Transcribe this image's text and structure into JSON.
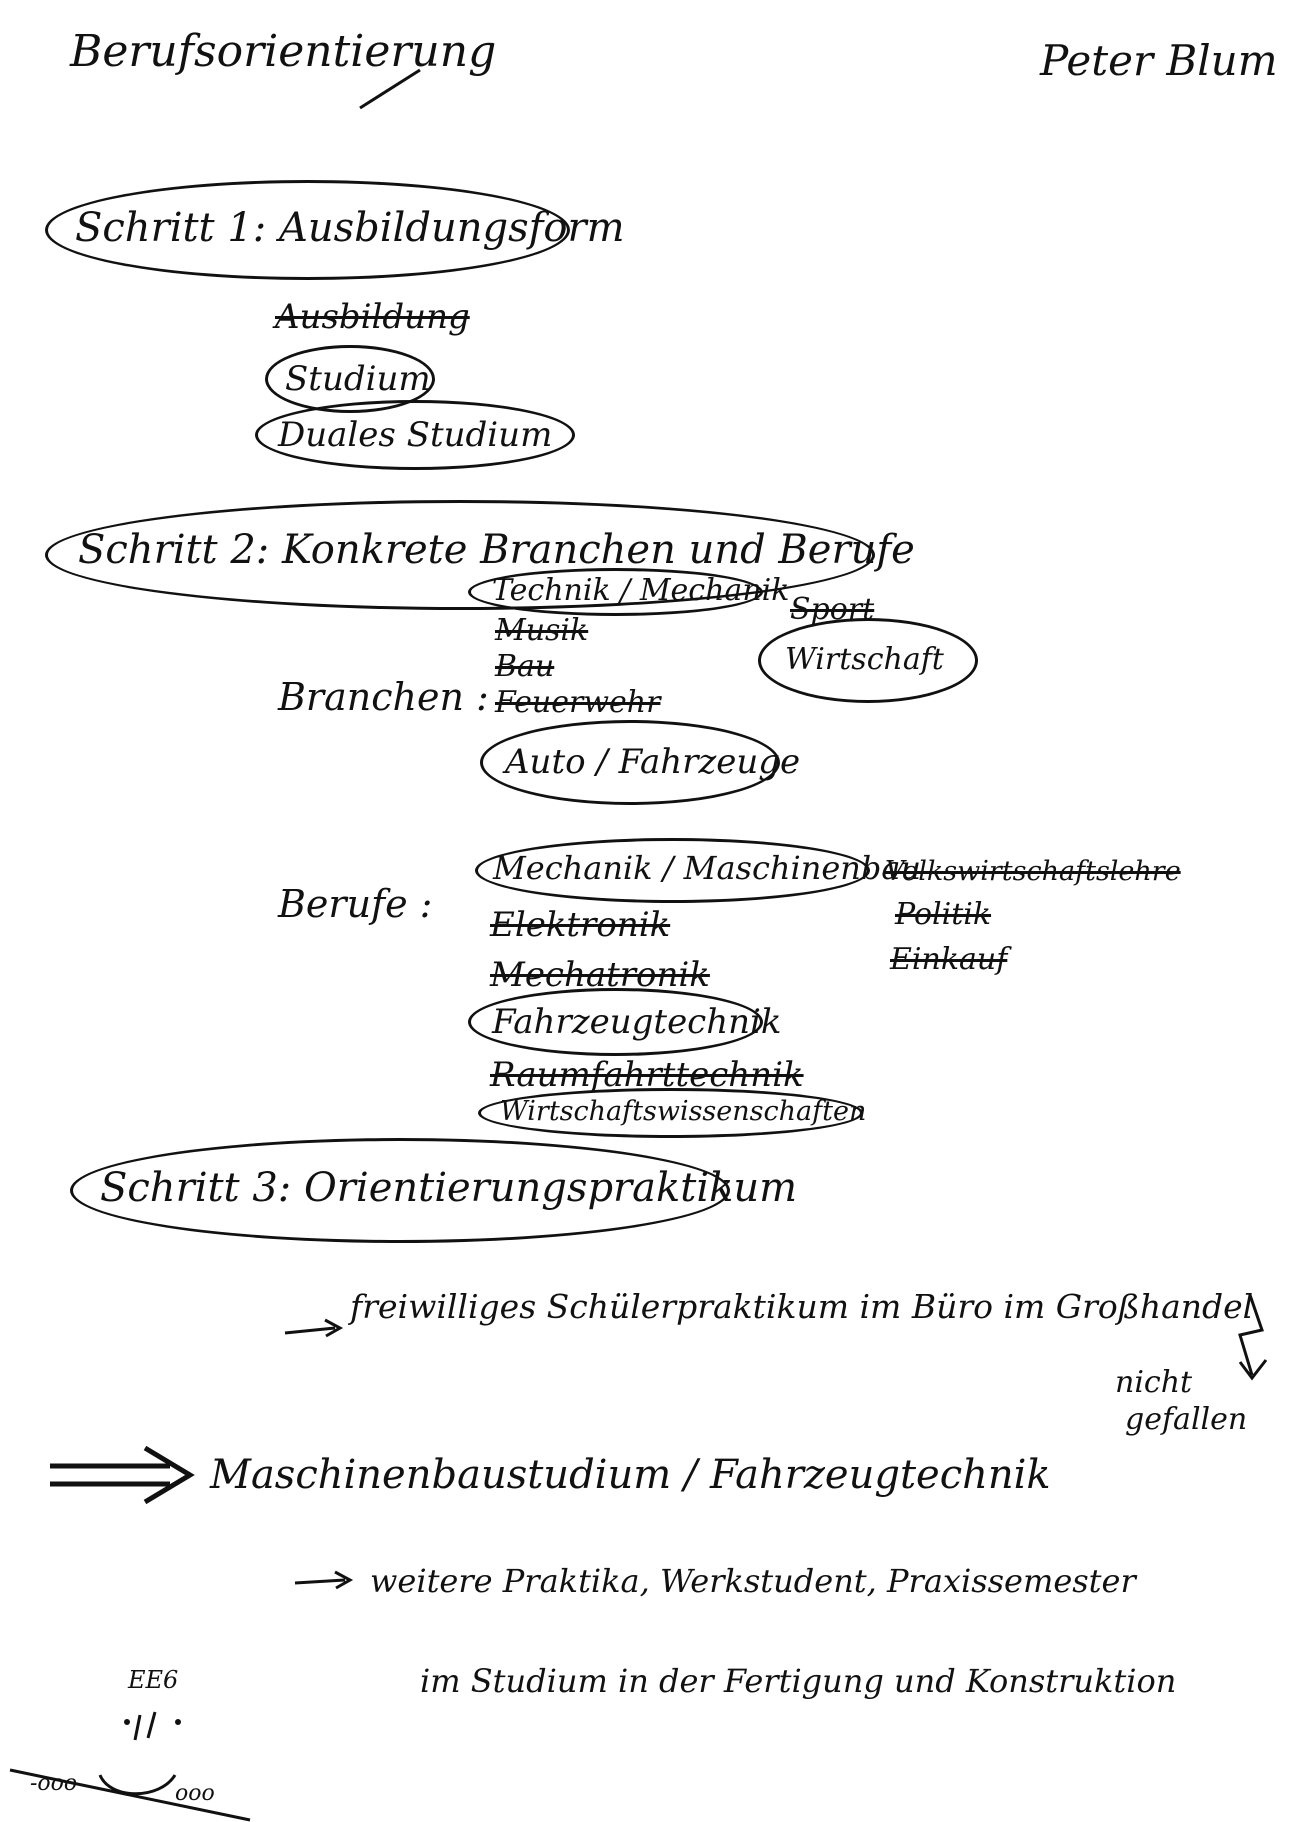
{
  "header": {
    "title": "Berufsorientierung",
    "author": "Peter Blum"
  },
  "step1": {
    "label": "Schritt 1: Ausbildungsform",
    "options": [
      {
        "text": "Ausbildung",
        "status": "crossed"
      },
      {
        "text": "Studium",
        "status": "circled"
      },
      {
        "text": "Duales Studium",
        "status": "circled"
      }
    ]
  },
  "step2": {
    "label": "Schritt 2: Konkrete Branchen und Berufe",
    "branchen_label": "Branchen :",
    "branchen": [
      {
        "text": "Technik / Mechanik",
        "status": "circled"
      },
      {
        "text": "Musik",
        "status": "crossed"
      },
      {
        "text": "Bau",
        "status": "crossed"
      },
      {
        "text": "Feuerwehr",
        "status": "crossed"
      },
      {
        "text": "Auto / Fahrzeuge",
        "status": "circled"
      },
      {
        "text": "Sport",
        "status": "crossed"
      },
      {
        "text": "Wirtschaft",
        "status": "circled"
      }
    ],
    "berufe_label": "Berufe :",
    "berufe": [
      {
        "text": "Mechanik / Maschinenbau",
        "status": "circled"
      },
      {
        "text": "Elektronik",
        "status": "crossed"
      },
      {
        "text": "Mechatronik",
        "status": "crossed"
      },
      {
        "text": "Fahrzeugtechnik",
        "status": "circled"
      },
      {
        "text": "Raumfahrttechnik",
        "status": "crossed"
      },
      {
        "text": "Wirtschaftswissenschaften",
        "status": "circled"
      },
      {
        "text": "Volkswirtschaftslehre",
        "status": "crossed"
      },
      {
        "text": "Politik",
        "status": "crossed"
      },
      {
        "text": "Einkauf",
        "status": "crossed"
      }
    ]
  },
  "step3": {
    "label": "Schritt 3: Orientierungspraktikum",
    "internship": "freiwilliges Schülerpraktikum im Büro im Großhandel",
    "feedback": [
      "nicht",
      "gefallen"
    ]
  },
  "result": {
    "text": "Maschinenbaustudium / Fahrzeugtechnik",
    "followup_line1": "weitere Praktika, Werkstudent, Praxissemester",
    "followup_line2": "im Studium in der Fertigung und Konstruktion"
  },
  "doodle": {
    "text": "EE6"
  }
}
